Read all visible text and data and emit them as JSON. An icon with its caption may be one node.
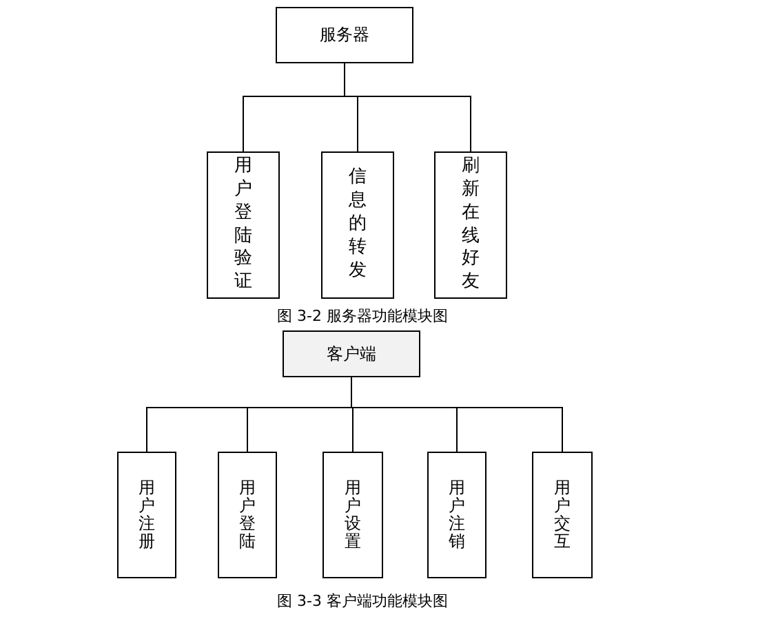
{
  "diagram": {
    "nodes": [
      {
        "text": [
          "服务器"
        ]
      },
      {
        "text": [
          "用户登陆验证"
        ]
      },
      {
        "text": [
          "信息的转发"
        ]
      },
      {
        "text": [
          "刷新在线好友"
        ]
      },
      {
        "text": [
          "客户端"
        ]
      },
      {
        "text": [
          "用户注册"
        ]
      },
      {
        "text": [
          "用户登陆"
        ]
      },
      {
        "text": [
          "用户设置"
        ]
      },
      {
        "text": [
          "用户注销"
        ]
      },
      {
        "text": [
          "用户交互"
        ]
      }
    ],
    "edges": [
      {
        "from": 0,
        "to": 1,
        "arrow": "none"
      },
      {
        "from": 0,
        "to": 2,
        "arrow": "none"
      },
      {
        "from": 0,
        "to": 3,
        "arrow": "none"
      },
      {
        "from": 4,
        "to": 5,
        "arrow": "none"
      },
      {
        "from": 4,
        "to": 6,
        "arrow": "none"
      },
      {
        "from": 4,
        "to": 7,
        "arrow": "none"
      },
      {
        "from": 4,
        "to": 8,
        "arrow": "none"
      },
      {
        "from": 4,
        "to": 9,
        "arrow": "none"
      }
    ],
    "labels": [
      "图 3-2 服务器功能模块图",
      "图 3-3 客户端功能模块图"
    ]
  }
}
